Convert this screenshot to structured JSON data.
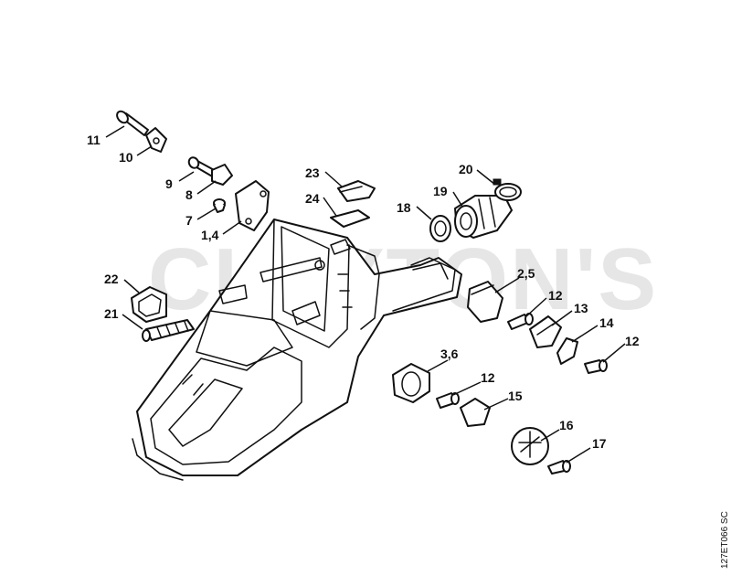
{
  "watermark": "CLAYTON'S",
  "drawing_ref": "127ET066 SC",
  "callouts": [
    {
      "id": "c11",
      "label": "11"
    },
    {
      "id": "c10",
      "label": "10"
    },
    {
      "id": "c9",
      "label": "9"
    },
    {
      "id": "c8",
      "label": "8"
    },
    {
      "id": "c7",
      "label": "7"
    },
    {
      "id": "c14a",
      "label": "1,4"
    },
    {
      "id": "c23",
      "label": "23"
    },
    {
      "id": "c24",
      "label": "24"
    },
    {
      "id": "c18",
      "label": "18"
    },
    {
      "id": "c19",
      "label": "19"
    },
    {
      "id": "c20",
      "label": "20"
    },
    {
      "id": "c22",
      "label": "22"
    },
    {
      "id": "c21",
      "label": "21"
    },
    {
      "id": "c25",
      "label": "2,5"
    },
    {
      "id": "c12a",
      "label": "12"
    },
    {
      "id": "c13",
      "label": "13"
    },
    {
      "id": "c14",
      "label": "14"
    },
    {
      "id": "c12b",
      "label": "12"
    },
    {
      "id": "c36",
      "label": "3,6"
    },
    {
      "id": "c12c",
      "label": "12"
    },
    {
      "id": "c15",
      "label": "15"
    },
    {
      "id": "c16",
      "label": "16"
    },
    {
      "id": "c17",
      "label": "17"
    }
  ]
}
